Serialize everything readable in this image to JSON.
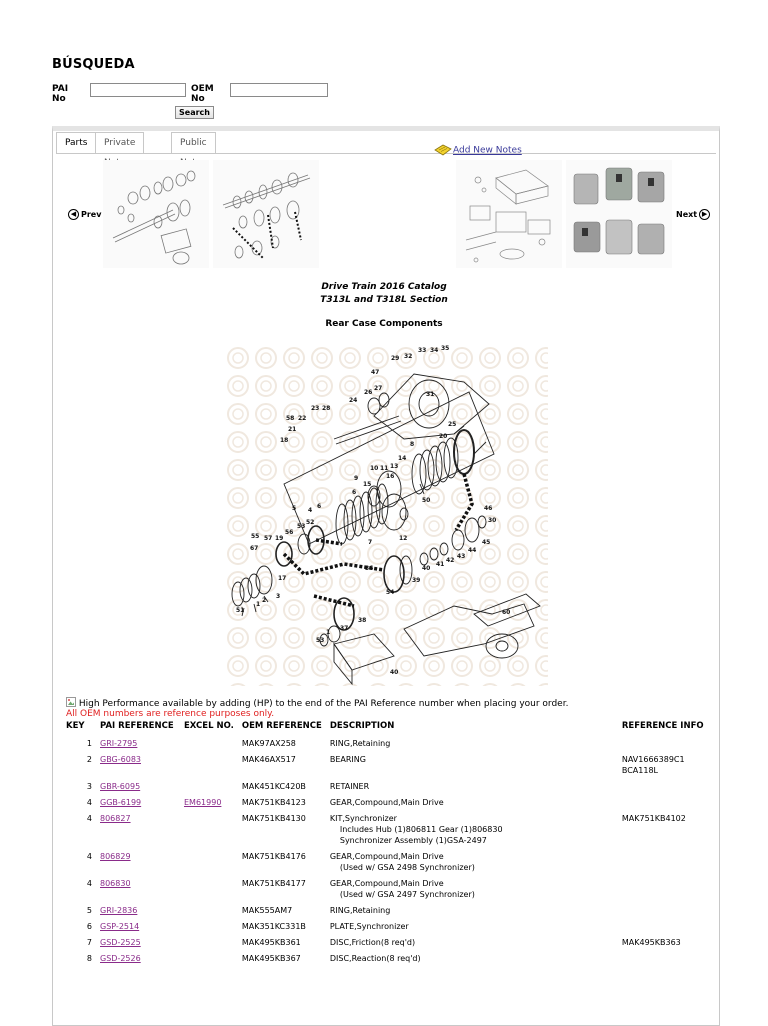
{
  "page": {
    "title": "BÚSQUEDA"
  },
  "search": {
    "pai_label": "PAI No",
    "oem_label": "OEM No",
    "pai_value": "",
    "oem_value": "",
    "button_label": "Search"
  },
  "tabs": [
    {
      "label": "Parts"
    },
    {
      "label": "Private Notes"
    },
    {
      "label": "Public Notes"
    }
  ],
  "add_notes": {
    "label": "Add New Notes",
    "icon": "notepad-icon"
  },
  "nav": {
    "prev_label": "Prev",
    "next_label": "Next"
  },
  "catalog": {
    "title_line1": "Drive Train 2016 Catalog",
    "title_line2": "T313L and T318L Section",
    "section_title": "Rear Case Components"
  },
  "notes": {
    "hp_note": "High Performance available by adding (HP) to the end of the PAI Reference number when placing your order.",
    "oem_note": "All OEM numbers are reference purposes only."
  },
  "table": {
    "headers": [
      "KEY",
      "PAI REFERENCE",
      "EXCEL NO.",
      "OEM REFERENCE",
      "DESCRIPTION",
      "REFERENCE INFO"
    ],
    "rows": [
      {
        "key": "1",
        "pai": "GRI-2795",
        "excel": "",
        "oem": "MAK97AX258",
        "desc": [
          "RING,Retaining"
        ],
        "ref": [
          "",
          ""
        ]
      },
      {
        "key": "2",
        "pai": "GBG-6083",
        "excel": "",
        "oem": "MAK46AX517",
        "desc": [
          "BEARING"
        ],
        "ref": [
          "NAV1666389C1",
          "BCA118L"
        ]
      },
      {
        "key": "3",
        "pai": "GBR-6095",
        "excel": "",
        "oem": "MAK451KC420B",
        "desc": [
          "RETAINER"
        ],
        "ref": [
          "",
          ""
        ]
      },
      {
        "key": "4",
        "pai": "GGB-6199",
        "excel": "EM61990",
        "oem": "MAK751KB4123",
        "desc": [
          "GEAR,Compound,Main Drive"
        ],
        "ref": [
          "",
          ""
        ]
      },
      {
        "key": "4",
        "pai": "806827",
        "excel": "",
        "oem": "MAK751KB4130",
        "desc": [
          "KIT,Synchronizer",
          "Includes Hub (1)806811 Gear (1)806830",
          "Synchronizer Assembly (1)GSA-2497"
        ],
        "ref": [
          "MAK751KB4102",
          ""
        ]
      },
      {
        "key": "4",
        "pai": "806829",
        "excel": "",
        "oem": "MAK751KB4176",
        "desc": [
          "GEAR,Compound,Main Drive",
          "(Used w/ GSA 2498 Synchronizer)"
        ],
        "ref": [
          "",
          ""
        ]
      },
      {
        "key": "4",
        "pai": "806830",
        "excel": "",
        "oem": "MAK751KB4177",
        "desc": [
          "GEAR,Compound,Main Drive",
          "(Used w/ GSA 2497 Synchronizer)"
        ],
        "ref": [
          "",
          ""
        ]
      },
      {
        "key": "5",
        "pai": "GRI-2836",
        "excel": "",
        "oem": "MAK555AM7",
        "desc": [
          "RING,Retaining"
        ],
        "ref": [
          "",
          ""
        ]
      },
      {
        "key": "6",
        "pai": "GSP-2514",
        "excel": "",
        "oem": "MAK351KC331B",
        "desc": [
          "PLATE,Synchronizer"
        ],
        "ref": [
          "",
          ""
        ]
      },
      {
        "key": "7",
        "pai": "GSD-2525",
        "excel": "",
        "oem": "MAK495KB361",
        "desc": [
          "DISC,Friction(8 req'd)"
        ],
        "ref": [
          "MAK495KB363",
          ""
        ]
      },
      {
        "key": "8",
        "pai": "GSD-2526",
        "excel": "",
        "oem": "MAK495KB367",
        "desc": [
          "DISC,Reaction(8 req'd)"
        ],
        "ref": [
          "",
          ""
        ]
      }
    ]
  },
  "diagram_callouts": [
    "29",
    "32",
    "33",
    "34",
    "35",
    "47",
    "27",
    "26",
    "24",
    "31",
    "23",
    "28",
    "58",
    "22",
    "21",
    "25",
    "18",
    "20",
    "8",
    "46",
    "14",
    "10",
    "11",
    "13",
    "16",
    "15",
    "6",
    "9",
    "50",
    "6",
    "7",
    "4",
    "55",
    "57",
    "19",
    "56",
    "53",
    "52",
    "12",
    "67",
    "5",
    "30",
    "45",
    "44",
    "43",
    "42",
    "41",
    "40",
    "39",
    "36",
    "17",
    "1",
    "2",
    "3",
    "51",
    "54",
    "37",
    "38",
    "60",
    "40",
    "53",
    "1"
  ]
}
